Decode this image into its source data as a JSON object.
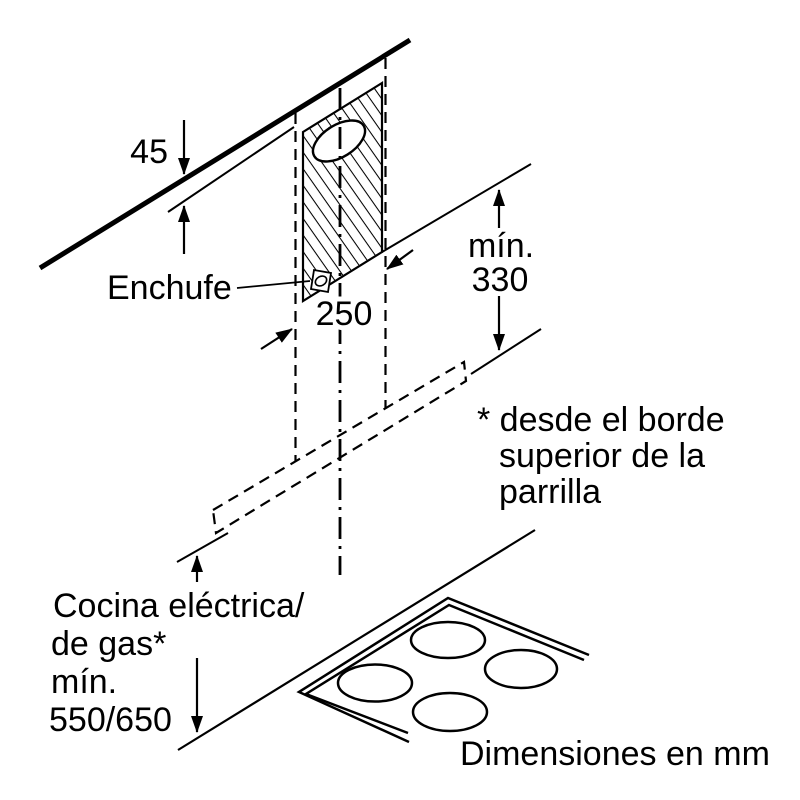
{
  "page": {
    "ink": "#000000",
    "paper": "#ffffff"
  },
  "diagram": {
    "dim_ceiling_gap": "45",
    "socket_label": "Enchufe",
    "dim_flue_width": "250",
    "dim_min_height_l1": "mín.",
    "dim_min_height_l2": "330",
    "footnote_l1": "* desde el borde",
    "footnote_l2": "superior de la",
    "footnote_l3": "parrilla",
    "cooker_l1": "Cocina eléctrica/",
    "cooker_l2": "de gas*",
    "cooker_l3": "mín.",
    "cooker_l4": "550/650",
    "units_caption": "Dimensiones en mm"
  }
}
